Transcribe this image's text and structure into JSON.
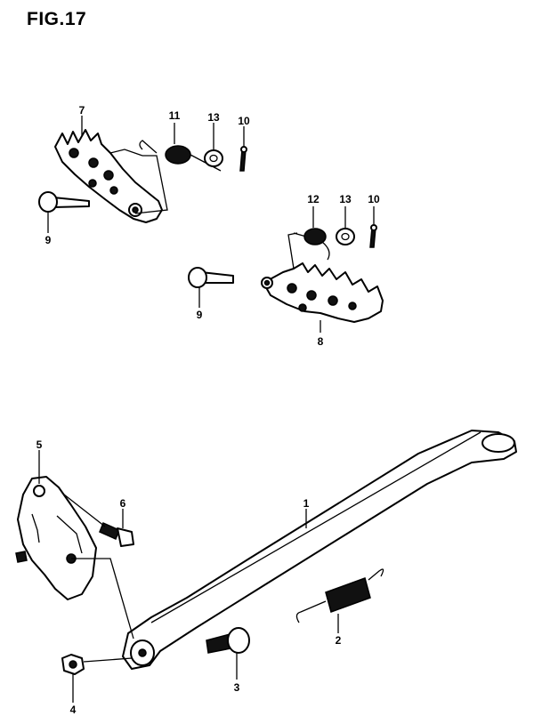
{
  "figure": {
    "title": "FIG.17"
  },
  "callouts": [
    {
      "id": "c7a",
      "label": "7"
    },
    {
      "id": "c11",
      "label": "11"
    },
    {
      "id": "c13a",
      "label": "13"
    },
    {
      "id": "c10a",
      "label": "10"
    },
    {
      "id": "c9a",
      "label": "9"
    },
    {
      "id": "c12",
      "label": "12"
    },
    {
      "id": "c13b",
      "label": "13"
    },
    {
      "id": "c10b",
      "label": "10"
    },
    {
      "id": "c9b",
      "label": "9"
    },
    {
      "id": "c8",
      "label": "8"
    },
    {
      "id": "c5",
      "label": "5"
    },
    {
      "id": "c6",
      "label": "6"
    },
    {
      "id": "c1",
      "label": "1"
    },
    {
      "id": "c2",
      "label": "2"
    },
    {
      "id": "c3",
      "label": "3"
    },
    {
      "id": "c4",
      "label": "4"
    }
  ]
}
